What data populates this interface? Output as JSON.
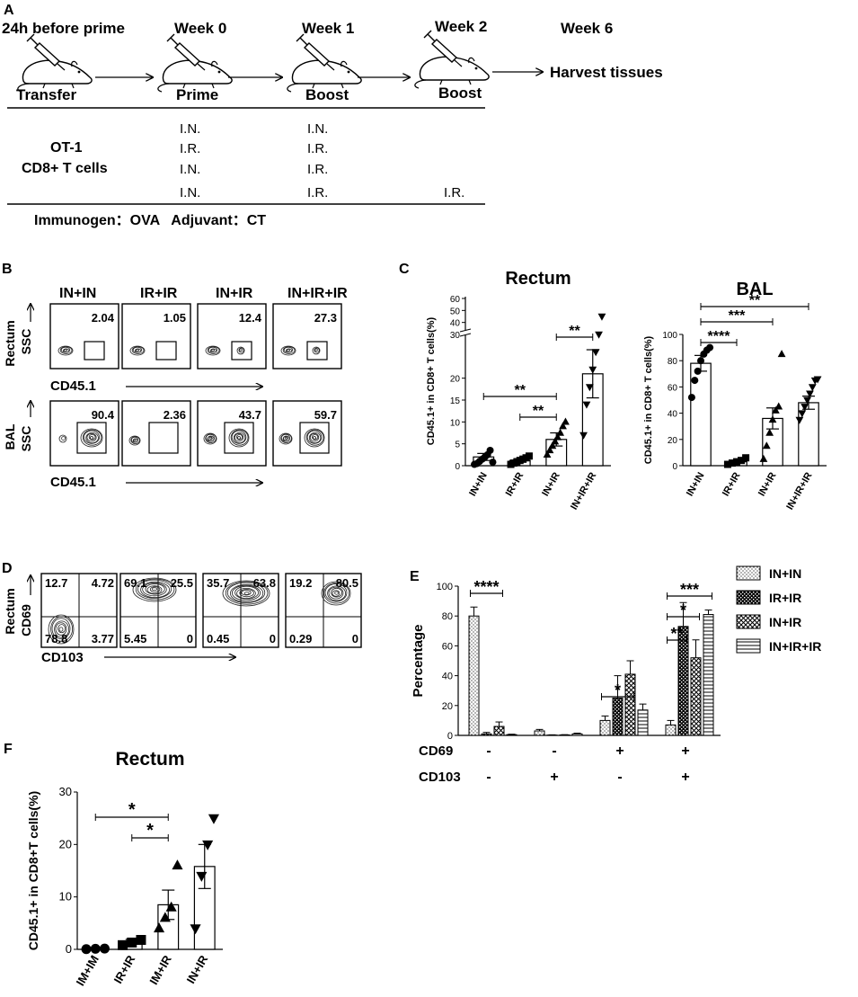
{
  "panels": {
    "A": "A",
    "B": "B",
    "C": "C",
    "D": "D",
    "E": "E",
    "F": "F"
  },
  "timeline": {
    "labels": [
      "24h before prime",
      "Week 0",
      "Week 1",
      "Week 2",
      "Week 6"
    ],
    "steps": [
      "Transfer",
      "Prime",
      "Boost",
      "Boost"
    ],
    "harvest": "Harvest tissues",
    "cells_line1": "OT-1",
    "cells_line2": "CD8+ T cells",
    "rows": [
      [
        "I.N.",
        "I.N.",
        ""
      ],
      [
        "I.R.",
        "I.R.",
        ""
      ],
      [
        "I.N.",
        "I.R.",
        ""
      ],
      [
        "I.N.",
        "I.R.",
        "I.R."
      ]
    ],
    "footer": "Immunogen：OVA   Adjuvant：CT"
  },
  "flow_b": {
    "groups": [
      "IN+IN",
      "IR+IR",
      "IN+IR",
      "IN+IR+IR"
    ],
    "rows": [
      {
        "tissue": "Rectum",
        "y_label": "SSC",
        "x_label": "CD45.1",
        "values": [
          "2.04",
          "1.05",
          "12.4",
          "27.3"
        ]
      },
      {
        "tissue": "BAL",
        "y_label": "SSC",
        "x_label": "CD45.1",
        "values": [
          "90.4",
          "2.36",
          "43.7",
          "59.7"
        ]
      }
    ]
  },
  "flow_d": {
    "tissue": "Rectum",
    "y_label": "CD69",
    "x_label": "CD103",
    "quadrants": [
      {
        "ul": "12.7",
        "ur": "4.72",
        "ll": "78.8",
        "lr": "3.77"
      },
      {
        "ul": "69.1",
        "ur": "25.5",
        "ll": "5.45",
        "lr": "0"
      },
      {
        "ul": "35.7",
        "ur": "63.8",
        "ll": "0.45",
        "lr": "0"
      },
      {
        "ul": "19.2",
        "ur": "80.5",
        "ll": "0.29",
        "lr": "0"
      }
    ]
  },
  "chart_data": [
    {
      "type": "bar",
      "panel": "C",
      "title": "Rectum",
      "ylabel": "CD45.1+ in CD8+ T cells(%)",
      "categories": [
        "IN+IN",
        "IR+IR",
        "IN+IR",
        "IN+IR+IR"
      ],
      "values": [
        2,
        1.2,
        6,
        21
      ],
      "errors": [
        0.8,
        0.4,
        1.5,
        5.5
      ],
      "points": [
        [
          0.3,
          0.5,
          1,
          1.5,
          2,
          2.5,
          3.5,
          0.8
        ],
        [
          0.3,
          0.6,
          0.9,
          1.2,
          1.5,
          1.8,
          2.2
        ],
        [
          2.5,
          3.5,
          4.5,
          5.5,
          6.5,
          7.5,
          9,
          10
        ],
        [
          7,
          14,
          18,
          22,
          26,
          30,
          45
        ]
      ],
      "markers": [
        "circle",
        "square",
        "triangle",
        "triangle-down"
      ],
      "yticks": [
        0,
        5,
        10,
        15,
        20,
        30,
        40,
        50,
        60
      ],
      "axis_break": [
        30,
        60
      ],
      "significance": [
        {
          "from": 0,
          "to": 2,
          "label": "**"
        },
        {
          "from": 1,
          "to": 2,
          "label": "**"
        },
        {
          "from": 2,
          "to": 3,
          "label": "**"
        }
      ]
    },
    {
      "type": "bar",
      "panel": "C",
      "title": "BAL",
      "ylabel": "CD45.1+ in CD8+ T cells(%)",
      "categories": [
        "IN+IN",
        "IR+IR",
        "IN+IR",
        "IN+IR+IR"
      ],
      "values": [
        78,
        3,
        36,
        48
      ],
      "errors": [
        6,
        1,
        8,
        5
      ],
      "ylim": [
        0,
        100
      ],
      "yticks": [
        0,
        20,
        40,
        60,
        80,
        100
      ],
      "points": [
        [
          52,
          65,
          72,
          80,
          85,
          88,
          90
        ],
        [
          1,
          2,
          3,
          4,
          6
        ],
        [
          5,
          15,
          25,
          35,
          42,
          45,
          85
        ],
        [
          35,
          40,
          45,
          50,
          55,
          60,
          65,
          66
        ]
      ],
      "markers": [
        "circle",
        "square",
        "triangle",
        "triangle-down"
      ],
      "significance": [
        {
          "from": 0,
          "to": 1,
          "label": "****"
        },
        {
          "from": 0,
          "to": 2,
          "label": "***"
        },
        {
          "from": 0,
          "to": 3,
          "label": "**"
        }
      ]
    },
    {
      "type": "bar",
      "panel": "E",
      "ylabel": "Percentage",
      "ylim": [
        0,
        100
      ],
      "yticks": [
        0,
        20,
        40,
        60,
        80,
        100
      ],
      "rows": [
        {
          "label": "CD69",
          "values": [
            "-",
            "-",
            "+",
            "+"
          ]
        },
        {
          "label": "CD103",
          "values": [
            "-",
            "+",
            "-",
            "+"
          ]
        }
      ],
      "series": [
        {
          "name": "IN+IN",
          "values": [
            80,
            3,
            10,
            7
          ],
          "errors": [
            6,
            1,
            3,
            3
          ]
        },
        {
          "name": "IR+IR",
          "values": [
            1,
            0.2,
            25,
            73
          ],
          "errors": [
            1,
            0.2,
            15,
            16
          ]
        },
        {
          "name": "IN+IR",
          "values": [
            6,
            0.3,
            41,
            52
          ],
          "errors": [
            3,
            0.2,
            9,
            12
          ]
        },
        {
          "name": "IN+IR+IR",
          "values": [
            0.5,
            1,
            17,
            81
          ],
          "errors": [
            0.3,
            0.5,
            4,
            3
          ]
        }
      ],
      "significance": [
        {
          "group": 0,
          "from": 0,
          "to": 2,
          "label": "****"
        },
        {
          "group": 2,
          "from": 0,
          "to": 2,
          "label": "*"
        },
        {
          "group": 3,
          "from": 0,
          "to": 1,
          "label": "**"
        },
        {
          "group": 3,
          "from": 0,
          "to": 2,
          "label": "*"
        },
        {
          "group": 3,
          "from": 0,
          "to": 3,
          "label": "***"
        }
      ]
    },
    {
      "type": "bar",
      "panel": "F",
      "title": "Rectum",
      "ylabel": "CD45.1+ in CD8+T cells(%)",
      "categories": [
        "IM+IM",
        "IR+IR",
        "IM+IR",
        "IN+IR"
      ],
      "values": [
        0.1,
        1.5,
        8.5,
        15.8
      ],
      "errors": [
        0.05,
        0.4,
        2.8,
        4.2
      ],
      "ylim": [
        0,
        30
      ],
      "yticks": [
        0,
        10,
        20,
        30
      ],
      "points": [
        [
          0.05,
          0.1,
          0.15
        ],
        [
          0.8,
          1.3,
          1.8
        ],
        [
          4,
          6,
          8,
          16
        ],
        [
          4,
          14,
          20,
          25
        ]
      ],
      "markers": [
        "circle",
        "square",
        "triangle",
        "triangle-down"
      ],
      "significance": [
        {
          "from": 0,
          "to": 2,
          "label": "*"
        },
        {
          "from": 1,
          "to": 2,
          "label": "*"
        }
      ]
    }
  ]
}
